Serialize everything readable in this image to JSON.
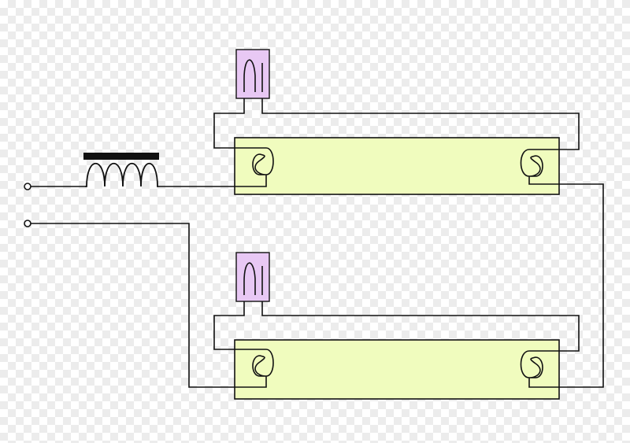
{
  "colors": {
    "tube_fill": "#f0fcbe",
    "starter_fill": "#e8c8f4",
    "wire": "#111111",
    "choke_core": "#111111",
    "terminal_fill": "#ffffff"
  },
  "components": {
    "terminals": 2,
    "choke": 1,
    "starters": 2,
    "tubes": 2
  }
}
